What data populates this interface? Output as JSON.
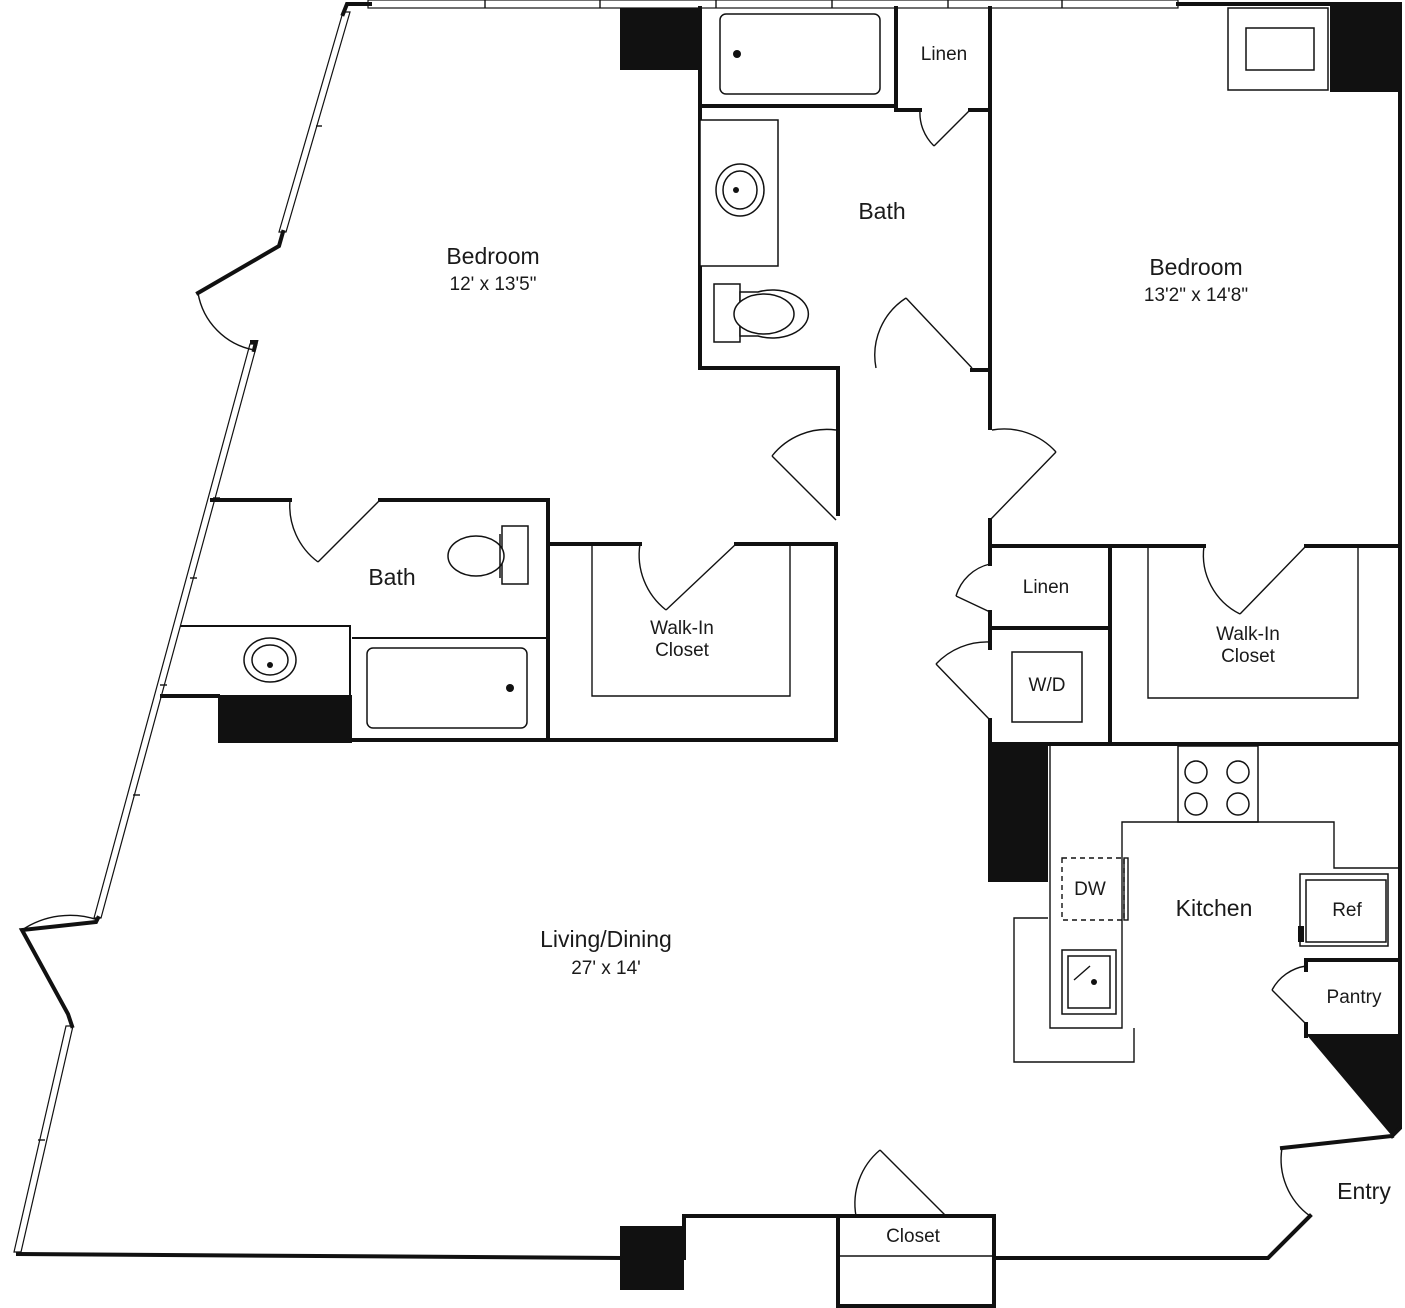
{
  "rooms": {
    "bedroom_left": {
      "name": "Bedroom",
      "size": "12' x 13'5\""
    },
    "bedroom_right": {
      "name": "Bedroom",
      "size": "13'2\" x 14'8\""
    },
    "bath_top": {
      "name": "Bath"
    },
    "bath_left": {
      "name": "Bath"
    },
    "walkin_left": {
      "name": "Walk-In\nCloset"
    },
    "walkin_right": {
      "name": "Walk-In\nCloset"
    },
    "linen_top": {
      "name": "Linen"
    },
    "linen_mid": {
      "name": "Linen"
    },
    "washer_dryer": {
      "name": "W/D"
    },
    "living": {
      "name": "Living/Dining",
      "size": "27' x 14'"
    },
    "kitchen": {
      "name": "Kitchen"
    },
    "dishwasher": {
      "name": "DW"
    },
    "refrigerator": {
      "name": "Ref"
    },
    "pantry": {
      "name": "Pantry"
    },
    "entry": {
      "name": "Entry"
    },
    "closet_bottom": {
      "name": "Closet"
    }
  }
}
